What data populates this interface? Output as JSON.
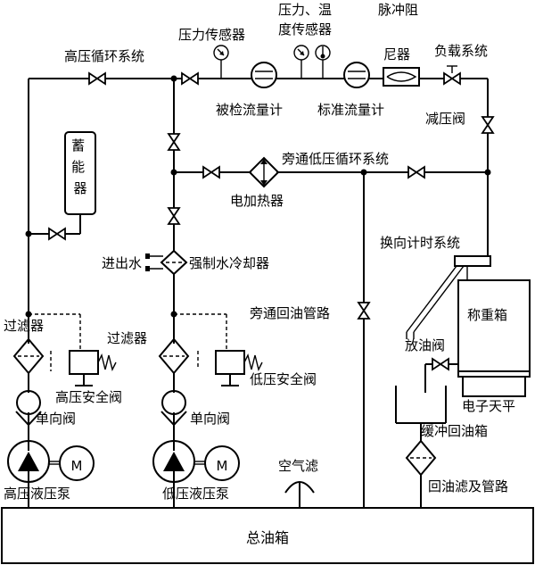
{
  "labels": {
    "high_pressure_loop": "高压循环系统",
    "pressure_sensor": "压力传感器",
    "pt_sensor_line1": "压力、温",
    "pt_sensor_line2": "度传感器",
    "pulse_damper_line1": "脉冲阻",
    "pulse_damper_line2": "尼器",
    "load_system": "负载系统",
    "meter_under_test": "被检流量计",
    "standard_meter": "标准流量计",
    "reducing_valve": "减压阀",
    "bypass_low_loop": "旁通低压循环系统",
    "accumulator": "蓄能器",
    "electric_heater": "电加热器",
    "diverter_timer": "换向计时系统",
    "water_in_out": "进出水",
    "water_cooler": "强制水冷却器",
    "bypass_return": "旁通回油管路",
    "weighing_tank": "称重箱",
    "filter_left": "过滤器",
    "filter_mid": "过滤器",
    "drain_valve": "放油阀",
    "hp_relief": "高压安全阀",
    "lp_relief": "低压安全阀",
    "electronic_scale": "电子天平",
    "check_valve_left": "单向阀",
    "check_valve_mid": "单向阀",
    "buffer_tank": "缓冲回油箱",
    "air_filter": "空气滤",
    "return_filter": "回油滤及管路",
    "hp_pump": "高压液压泵",
    "lp_pump": "低压液压泵",
    "motor_symbol": "M",
    "main_tank": "总油箱"
  }
}
